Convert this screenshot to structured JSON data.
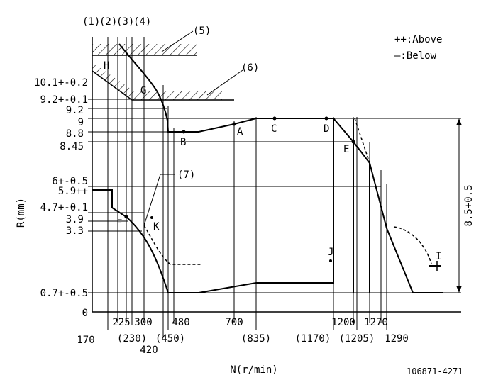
{
  "header_refs": [
    "(1)",
    "(2)",
    "(3)",
    "(4)"
  ],
  "legend": {
    "above": "++:Above",
    "below": "—:Below"
  },
  "callouts": {
    "c5": "(5)",
    "c6": "(6)",
    "c7": "(7)"
  },
  "points": {
    "A": "A",
    "B": "B",
    "C": "C",
    "D": "D",
    "E": "E",
    "F": "F",
    "G": "G",
    "H": "H",
    "I": "I",
    "J": "J",
    "K": "K"
  },
  "y_ticks": [
    "10.1+-0.2",
    "9.2+-0.1",
    "9.2",
    "9",
    "8.8",
    "8.45",
    "6+-0.5",
    "5.9++",
    "4.7+-0.1",
    "3.9",
    "3.3",
    "0.7+-0.5",
    "0"
  ],
  "x_ticks": [
    "170",
    "225",
    "(230)",
    "300",
    "420",
    "(450)",
    "480",
    "700",
    "(835)",
    "1200",
    "(1170)",
    "(1205)",
    "1270",
    "1290"
  ],
  "y_axis_label": "R(mm)",
  "x_axis_label": "N(r/min)",
  "dimension_label": "8.5+0.5",
  "part_number": "106871-4271"
}
